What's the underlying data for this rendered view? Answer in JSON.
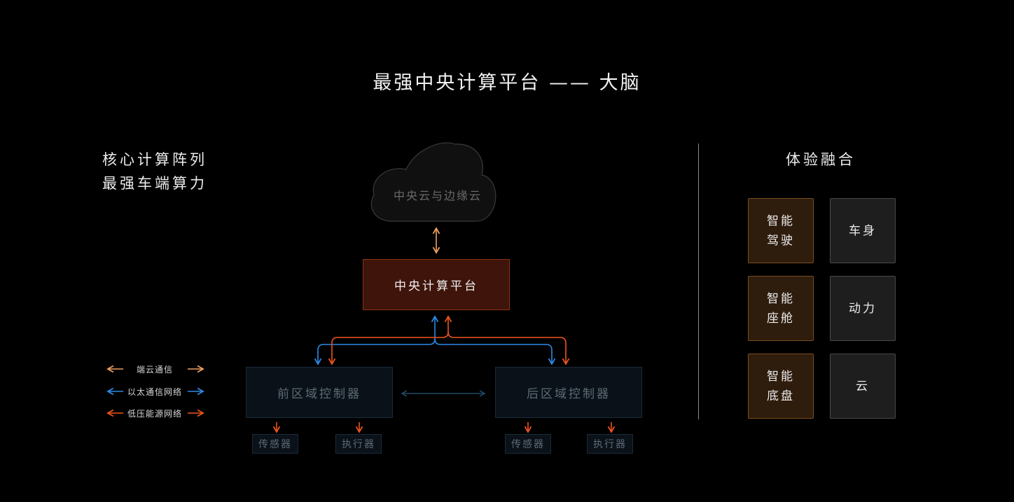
{
  "title": "最强中央计算平台 —— 大脑",
  "left_heading": {
    "line1": "核心计算阵列",
    "line2": "最强车端算力"
  },
  "right_heading": "体验融合",
  "diagram": {
    "cloud": "中央云与边缘云",
    "central": "中央计算平台",
    "front_domain": "前区域控制器",
    "rear_domain": "后区域控制器",
    "front_sensor": "传感器",
    "front_actuator": "执行器",
    "rear_sensor": "传感器",
    "rear_actuator": "执行器"
  },
  "legend": [
    {
      "label": "端云通信",
      "color": "#f0a060"
    },
    {
      "label": "以太通信网络",
      "color": "#2e8ae6"
    },
    {
      "label": "低压能源网络",
      "color": "#f0541e"
    }
  ],
  "features": [
    {
      "line1": "智能",
      "line2": "驾驶",
      "highlight": true
    },
    {
      "line1": "车身",
      "line2": "",
      "highlight": false
    },
    {
      "line1": "智能",
      "line2": "座舱",
      "highlight": true
    },
    {
      "line1": "动力",
      "line2": "",
      "highlight": false
    },
    {
      "line1": "智能",
      "line2": "底盘",
      "highlight": true
    },
    {
      "line1": "云",
      "line2": "",
      "highlight": false
    }
  ],
  "colors": {
    "orange_arrow": "#f0a060",
    "blue_arrow": "#2e8ae6",
    "red_arrow": "#f0541e"
  }
}
